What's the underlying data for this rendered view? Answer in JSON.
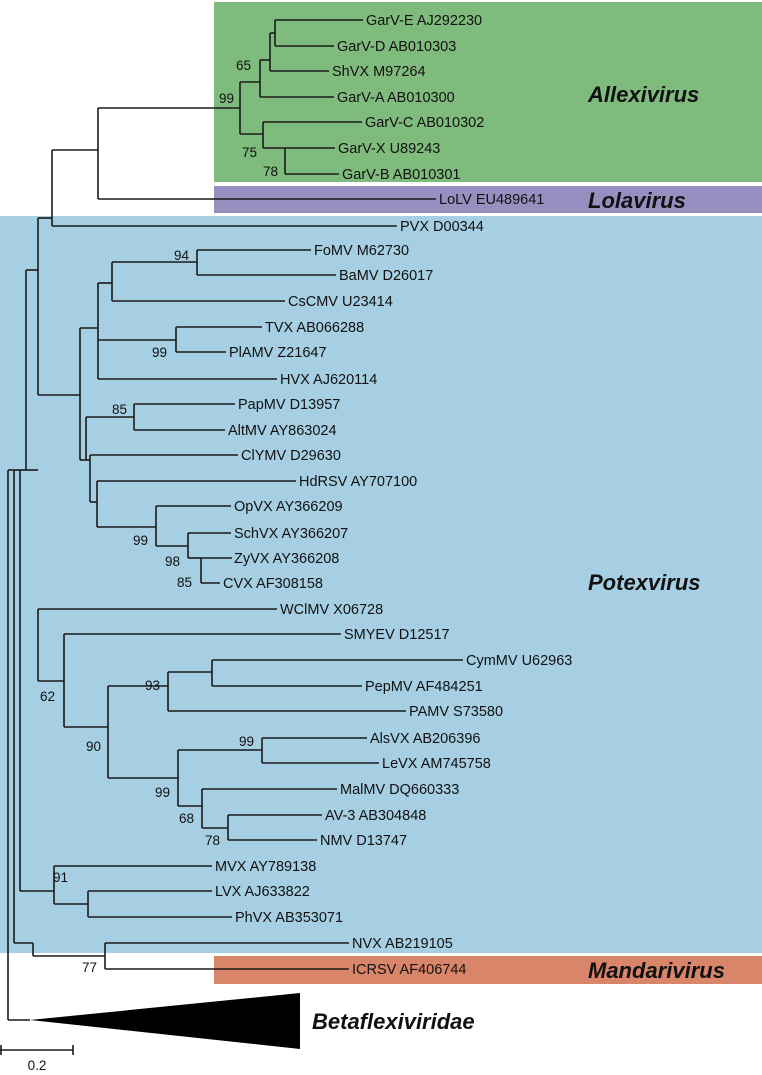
{
  "colors": {
    "allexivirus": "#7fbb7c",
    "lolavirus": "#9590c0",
    "potexvirus": "#a6cfe3",
    "mandarivirus": "#d8856a",
    "branch": "#1a1a1a",
    "outgroup": "#000000"
  },
  "clades": {
    "allexivirus": "Allexivirus",
    "lolavirus": "Lolavirus",
    "potexvirus": "Potexvirus",
    "mandarivirus": "Mandarivirus",
    "outgroup": "Betaflexiviridae"
  },
  "leaves": [
    "GarV-E AJ292230",
    "GarV-D AB010303",
    "ShVX M97264",
    "GarV-A AB010300",
    "GarV-C AB010302",
    "GarV-X U89243",
    "GarV-B AB010301",
    "LoLV EU489641",
    "PVX D00344",
    "FoMV M62730",
    "BaMV D26017",
    "CsCMV U23414",
    "TVX AB066288",
    "PlAMV Z21647",
    "HVX AJ620114",
    "PapMV D13957",
    "AltMV AY863024",
    "ClYMV D29630",
    "HdRSV AY707100",
    "OpVX AY366209",
    "SchVX AY366207",
    "ZyVX AY366208",
    "CVX AF308158",
    "WClMV X06728",
    "SMYEV D12517",
    "CymMV U62963",
    "PepMV AF484251",
    "PAMV S73580",
    "AlsVX AB206396",
    "LeVX AM745758",
    "MalMV DQ660333",
    "AV-3 AB304848",
    "NMV D13747",
    "MVX AY789138",
    "LVX AJ633822",
    "PhVX AB353071",
    "NVX AB219105",
    "ICRSV AF406744"
  ],
  "bootstrap": [
    "65",
    "99",
    "75",
    "78",
    "94",
    "99",
    "85",
    "99",
    "98",
    "85",
    "93",
    "99",
    "62",
    "90",
    "99",
    "68",
    "78",
    "91",
    "77"
  ],
  "scale_bar": "0.2"
}
